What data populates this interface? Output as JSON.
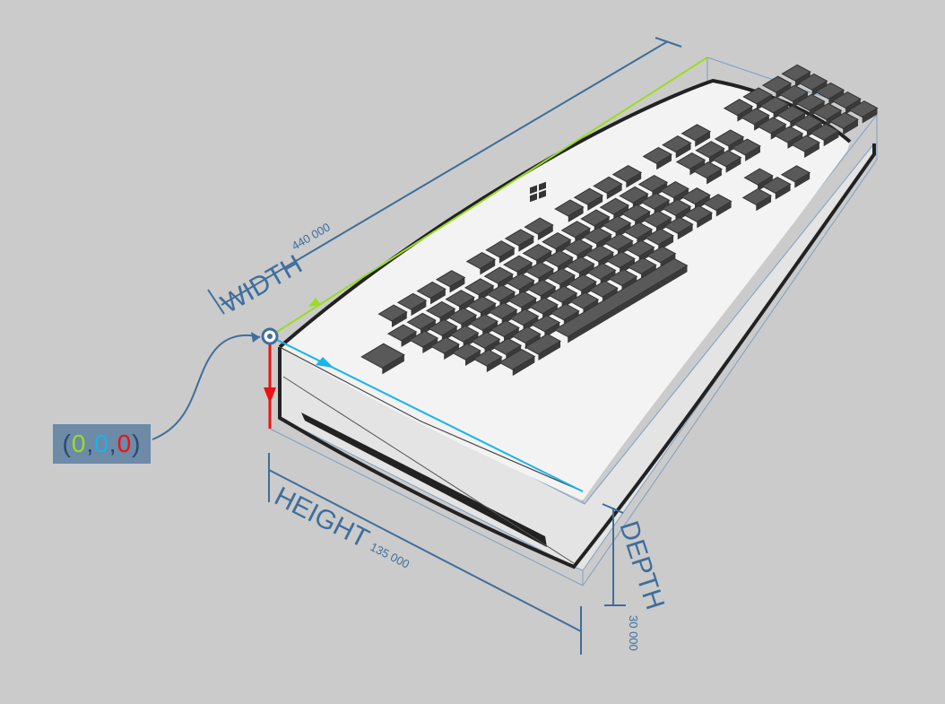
{
  "dimensions": {
    "width": {
      "label": "WIDTH",
      "value": "440 000"
    },
    "height": {
      "label": "HEIGHT",
      "value": "135 000"
    },
    "depth": {
      "label": "DEPTH",
      "value": "30 000"
    }
  },
  "origin": {
    "open": "(",
    "x": "0",
    "sep1": ",",
    "y": "0",
    "sep2": ",",
    "z": "0",
    "close": ")"
  },
  "colors": {
    "background": "#cbcbcb",
    "axis_x": "#99dd22",
    "axis_y": "#18b4ea",
    "axis_z": "#ee1111",
    "dimension_lines": "#3f6e9c",
    "keycap": "#555555",
    "keyboard_body": "#f2f2f2",
    "outline": "#222222"
  },
  "icons": {
    "logo": "windows-logo-icon"
  }
}
